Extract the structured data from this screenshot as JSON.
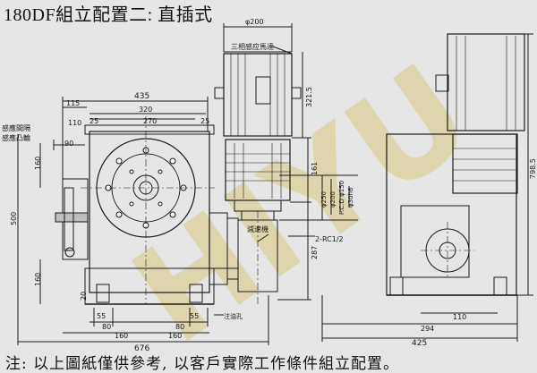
{
  "title": "180DF組立配置二: 直插式",
  "note": "注: 以上圖紙僅供參考, 以客戶實際工作條件組立配置。",
  "watermark": "HIYU",
  "labels": {
    "motor": "三相感应馬達",
    "reducer": "減速機",
    "sensor_gap": "感應間隔",
    "sensor_cam": "感應凸輪",
    "oil_plug": "注油孔",
    "drain": "2-RC1/2"
  },
  "dims_front": {
    "d435": "435",
    "d115": "115",
    "d320": "320",
    "d110": "110",
    "d270": "270",
    "d25a": "25",
    "d25b": "25",
    "d90": "90",
    "d160a": "160",
    "d500": "500",
    "d160b": "160",
    "d20": "20",
    "d55a": "55",
    "d80a": "80",
    "d80b": "80",
    "d55b": "55",
    "d160c": "160",
    "d160d": "160",
    "d676": "676"
  },
  "dims_motor": {
    "d200": "φ200",
    "d3215": "321.5",
    "d161": "161",
    "d287": "287",
    "d250": "φ250",
    "d200b": "φ200",
    "d150": "P.C.D φ150",
    "d30": "φ30h6"
  },
  "dims_side": {
    "d7985": "798.5",
    "d110": "110",
    "d294": "294",
    "d425": "425"
  },
  "colors": {
    "line": "#1a1a1a",
    "watermark": "#d9cfa0",
    "bg": "#e6e6e6"
  }
}
